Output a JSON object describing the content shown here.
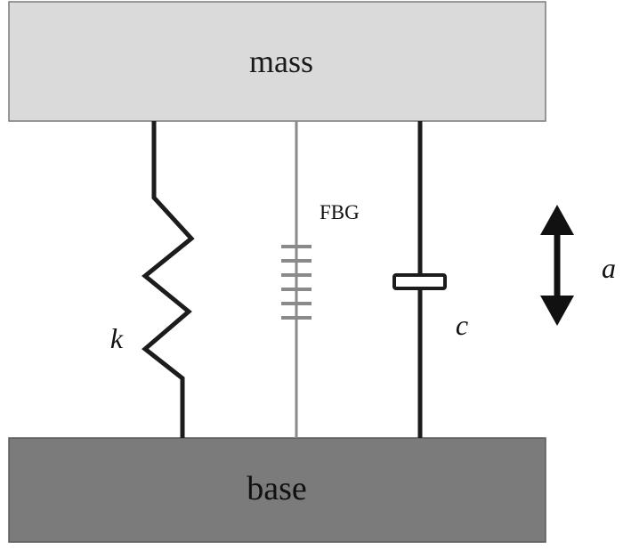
{
  "mass": {
    "label": "mass",
    "fill": "#dadada",
    "stroke": "#7a7a7a"
  },
  "base": {
    "label": "base",
    "fill": "#7b7b7b",
    "stroke": "#5a5a5a"
  },
  "spring": {
    "label": "k",
    "color": "#1c1c1c"
  },
  "fbg": {
    "label": "FBG",
    "color": "#8a8a8a"
  },
  "damper": {
    "label": "c",
    "color": "#1c1c1c"
  },
  "motion": {
    "label": "a",
    "icon": "double-arrow-vertical-icon",
    "color": "#111111"
  }
}
